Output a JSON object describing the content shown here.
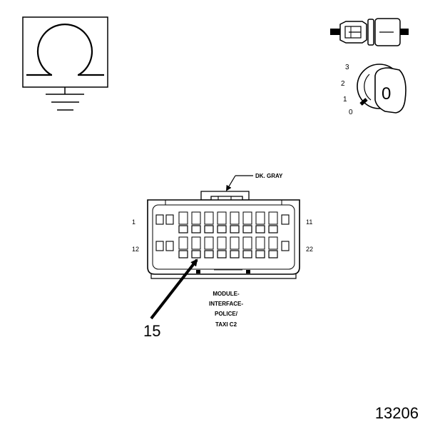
{
  "icons": {
    "ohmmeter": "ohmmeter-ground-symbol-icon",
    "connector_plug": "connector-plug-icon",
    "ignition_key": "ignition-key-switch-icon"
  },
  "ignition": {
    "positions": [
      "3",
      "2",
      "1",
      "0"
    ],
    "key_label": "0"
  },
  "connector": {
    "color_label": "DK. GRAY",
    "pin_top_left": "1",
    "pin_top_right": "11",
    "pin_bottom_left": "12",
    "pin_bottom_right": "22",
    "name_lines": [
      "MODULE-",
      "INTERFACE-",
      "POLICE/",
      "TAXI C2"
    ],
    "callout_pin": "15"
  },
  "figure_number": "13206"
}
